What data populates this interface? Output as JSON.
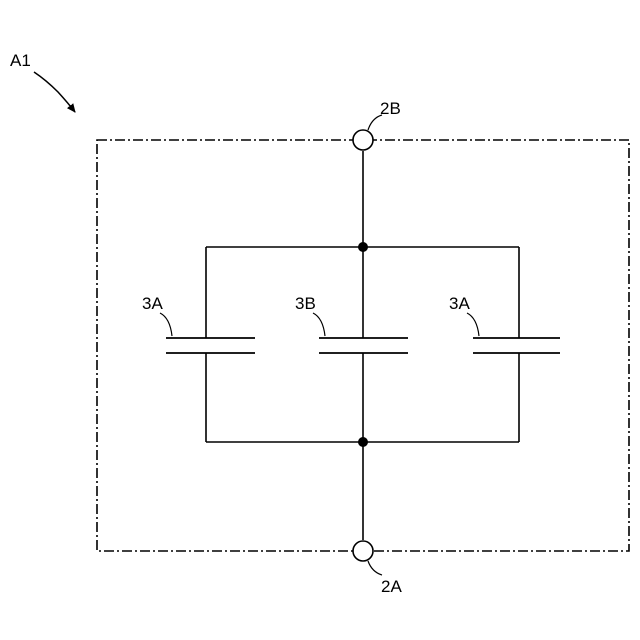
{
  "figure": {
    "label": "A1",
    "terminal_top": "2B",
    "terminal_bottom": "2A",
    "capacitors": [
      {
        "label": "3A"
      },
      {
        "label": "3B"
      },
      {
        "label": "3A"
      }
    ]
  },
  "colors": {
    "stroke": "#000000",
    "background": "#ffffff"
  }
}
